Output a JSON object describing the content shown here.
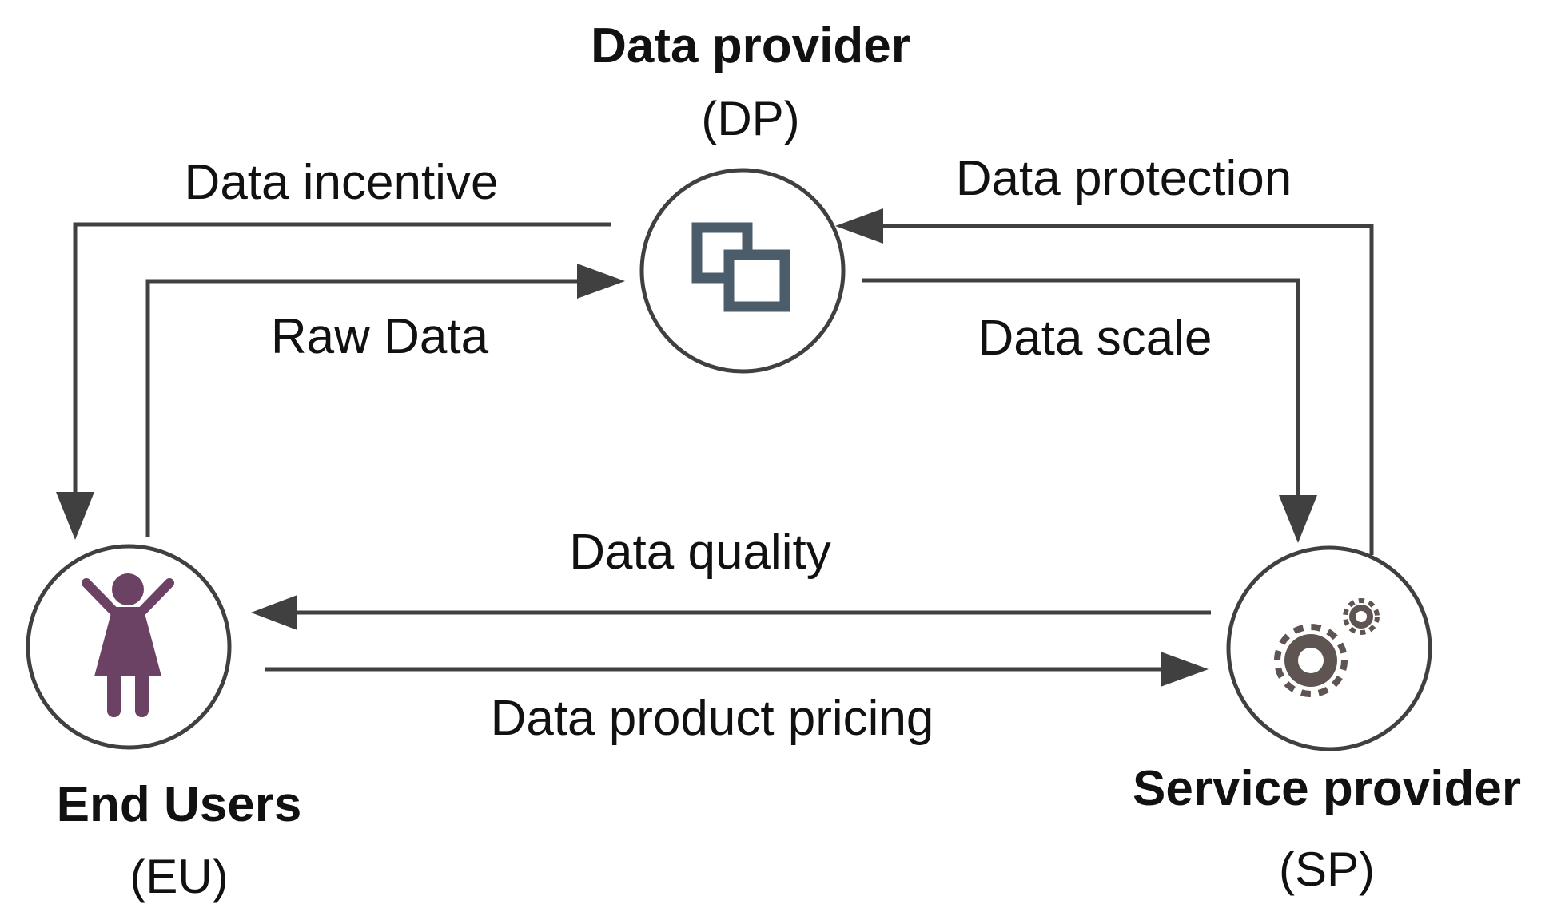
{
  "nodes": {
    "data_provider": {
      "name": "Data provider",
      "abbr": "(DP)",
      "icon": "overlapping-squares-icon",
      "icon_color": "#4b5d6b"
    },
    "end_users": {
      "name": "End Users",
      "abbr": "(EU)",
      "icon": "person-arms-raised-icon",
      "icon_color": "#6b4164"
    },
    "service_provider": {
      "name": "Service provider",
      "abbr": "(SP)",
      "icon": "gears-icon",
      "icon_color": "#5e5452"
    }
  },
  "flows": {
    "data_incentive": "Data incentive",
    "raw_data": "Raw Data",
    "data_protection": "Data protection",
    "data_scale": "Data scale",
    "data_quality": "Data quality",
    "data_product_pricing": "Data product pricing"
  },
  "colors": {
    "line": "#404040",
    "text": "#111111"
  }
}
